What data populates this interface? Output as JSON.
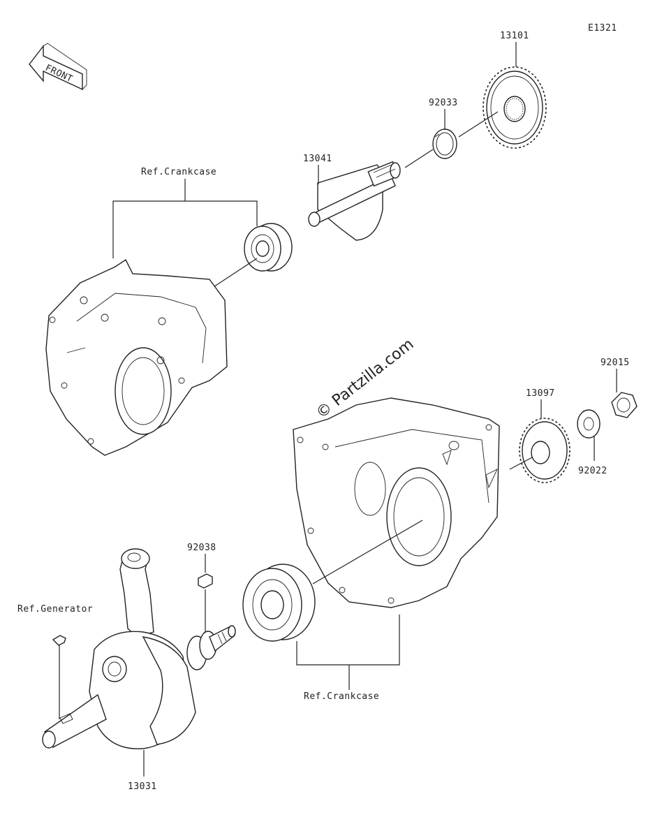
{
  "diagram_code": "E1321",
  "front_label": "FRONT",
  "watermark": "© Partzilla.com",
  "labels": {
    "p13101": "13101",
    "p92033": "92033",
    "p13041": "13041",
    "ref_crankcase_top": "Ref.Crankcase",
    "p92015": "92015",
    "p13097": "13097",
    "p92022": "92022",
    "p92038": "92038",
    "ref_generator": "Ref.Generator",
    "ref_crankcase_bottom": "Ref.Crankcase",
    "p13031": "13031"
  }
}
